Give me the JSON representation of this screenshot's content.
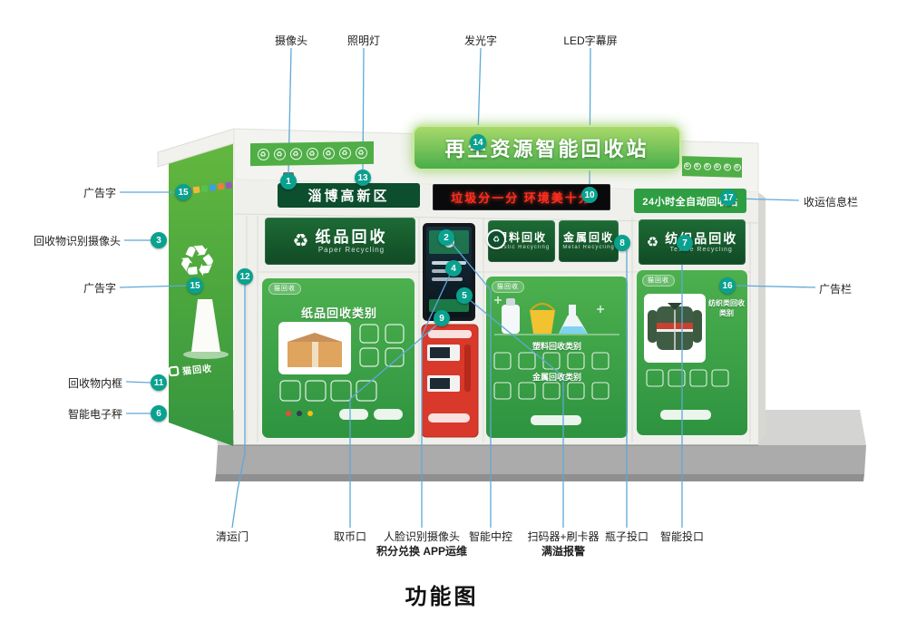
{
  "diagram_title": "功能图",
  "icons": {
    "recycle": "♻"
  },
  "colors": {
    "station_green": "#3fa944",
    "header_green": "#124b26",
    "sign_green": "#49ae4b",
    "led_red": "#ff2d1e",
    "marker_teal": "#0aa18f",
    "line_blue": "#5fa8d8",
    "alert_red": "#d8392b",
    "platform_gray": "#ababab"
  },
  "station": {
    "main_sign": "再生资源智能回收站",
    "district_sign": "淄博高新区",
    "led_text": "垃圾分一分 环境美十分",
    "hours_sign": "24小时全自动回收站",
    "brand": "猫回收",
    "bays": {
      "paper": {
        "name": "纸品回收",
        "name_en": "Paper Recycling",
        "poster_title": "纸品回收类别"
      },
      "plastic": {
        "name": "塑料回收",
        "name_en": "Plastic Recycling",
        "poster_title": "塑料回收类别"
      },
      "metal": {
        "name": "金属回收",
        "name_en": "Metal Recycling",
        "poster_title": "金属回收类别"
      },
      "textile": {
        "name": "纺织品回收",
        "name_en": "Textile Recycling",
        "poster_title": "纺织类回收类别"
      }
    }
  },
  "callouts": {
    "camera": {
      "num": "1",
      "label": "摄像头"
    },
    "light": {
      "num": "13",
      "label": "照明灯"
    },
    "glow_sign": {
      "num": "14",
      "label": "发光字"
    },
    "led_screen": {
      "num": "10",
      "label": "LED字幕屏"
    },
    "ad_text_top": {
      "num": "15",
      "label": "广告字"
    },
    "recognition": {
      "num": "3",
      "label": "回收物识别摄像头"
    },
    "ad_text_side": {
      "num": "15",
      "label": "广告字"
    },
    "inner_frame": {
      "num": "11",
      "label": "回收物内框"
    },
    "smart_scale": {
      "num": "6",
      "label": "智能电子秤"
    },
    "collection_info": {
      "num": "17",
      "label": "收运信息栏"
    },
    "ad_board": {
      "num": "16",
      "label": "广告栏"
    },
    "clearing_door": {
      "num": "12",
      "label": "清运门"
    },
    "coin_outlet": {
      "num": "9",
      "label": "取币口"
    },
    "face_camera": {
      "num": "4",
      "label": "人脸识别摄像头",
      "label2": "积分兑换 APP运维"
    },
    "central_control": {
      "num": "2",
      "label": "智能中控"
    },
    "scanner": {
      "num": "5",
      "label": "扫码器+刷卡器",
      "label2": "满溢报警"
    },
    "bottle_inlet": {
      "num": "8",
      "label": "瓶子投口"
    },
    "smart_inlet": {
      "num": "7",
      "label": "智能投口"
    }
  }
}
